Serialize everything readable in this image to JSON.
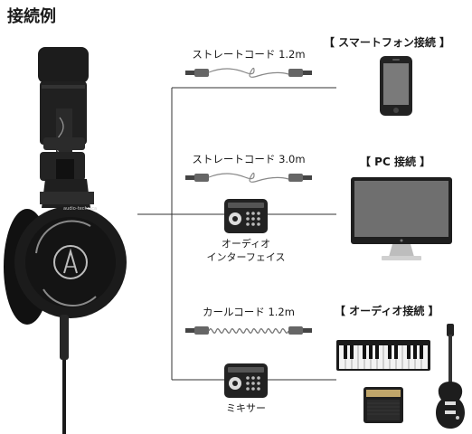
{
  "title": "接続例",
  "connections": {
    "smartphone": {
      "section": "【 スマートフォン接続 】",
      "cable": "ストレートコード 1.2m"
    },
    "pc": {
      "section": "【 PC 接続 】",
      "cable": "ストレートコード 3.0m",
      "device_line1": "オーディオ",
      "device_line2": "インターフェイス"
    },
    "audio": {
      "section": "【 オーディオ接続 】",
      "cable": "カールコード 1.2m",
      "device": "ミキサー"
    }
  },
  "icons": [
    "headphones-icon",
    "smartphone-icon",
    "monitor-icon",
    "audio-interface-icon",
    "mixer-icon",
    "keyboard-icon",
    "amplifier-icon",
    "guitar-icon",
    "straight-cable-icon",
    "coiled-cable-icon"
  ],
  "colors": {
    "line": "#333333",
    "device": "#222222",
    "screen": "#707070"
  }
}
